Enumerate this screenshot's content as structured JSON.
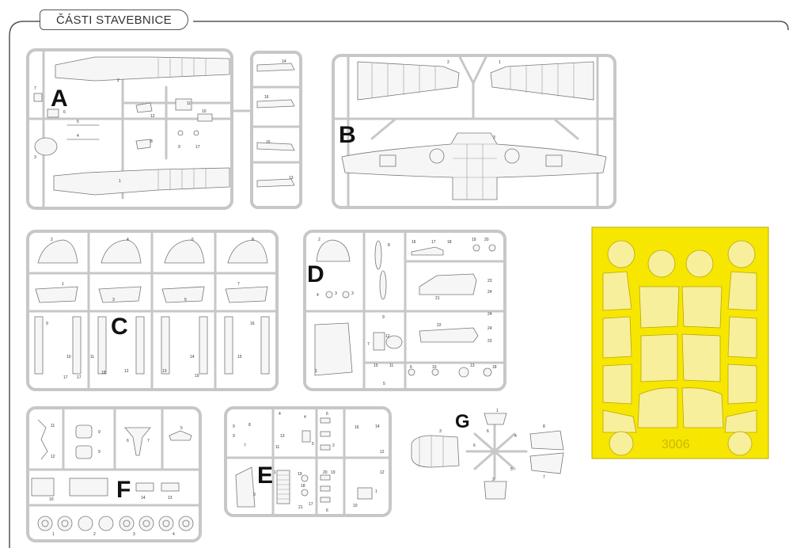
{
  "header": {
    "title": "ČÁSTI STAVEBNICE"
  },
  "sprues": [
    {
      "id": "A",
      "label": "A",
      "numbers": [
        "2",
        "1",
        "7",
        "6",
        "5",
        "4",
        "3",
        "11",
        "12",
        "10",
        "8",
        "9",
        "17",
        "14",
        "16",
        "15",
        "13"
      ]
    },
    {
      "id": "B",
      "label": "B",
      "numbers": [
        "2",
        "1",
        "3"
      ]
    },
    {
      "id": "C",
      "label": "C",
      "numbers": [
        "2",
        "4",
        "6",
        "8",
        "1",
        "3",
        "5",
        "7",
        "9",
        "10",
        "11",
        "12",
        "13",
        "14",
        "15",
        "16",
        "17",
        "17",
        "18",
        "19"
      ]
    },
    {
      "id": "D",
      "label": "D",
      "numbers": [
        "2",
        "8",
        "16",
        "17",
        "18",
        "19",
        "20",
        "4",
        "3",
        "3",
        "21",
        "23",
        "24",
        "22",
        "24",
        "24",
        "23",
        "9",
        "12",
        "7",
        "1",
        "15",
        "11",
        "5",
        "6",
        "10",
        "13",
        "18"
      ]
    },
    {
      "id": "F",
      "label": "F",
      "numbers": [
        "11",
        "12",
        "9",
        "9",
        "6",
        "7",
        "5",
        "10",
        "14",
        "13",
        "1",
        "2",
        "3",
        "4"
      ]
    },
    {
      "id": "E",
      "label": "E",
      "numbers": [
        "9",
        "9",
        "8",
        "7",
        "4",
        "4",
        "13",
        "11",
        "6",
        "5",
        "2",
        "16",
        "14",
        "12",
        "12",
        "3",
        "1",
        "19",
        "20",
        "19",
        "18",
        "17",
        "21",
        "10",
        "1",
        "6"
      ]
    },
    {
      "id": "G",
      "label": "G",
      "numbers": [
        "1",
        "3",
        "6",
        "4",
        "6",
        "5",
        "8",
        "7",
        "2"
      ]
    }
  ],
  "mask": {
    "code": "3006",
    "colors": {
      "sheet": "#f7e600",
      "piece": "#f7ef9c"
    }
  }
}
